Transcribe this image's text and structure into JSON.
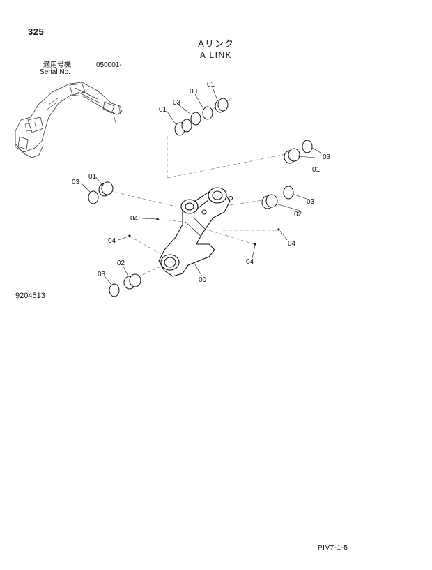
{
  "header": {
    "page_number": "325",
    "title_jp": "Aリンク",
    "title_en": "A LINK",
    "serial_label_jp": "適用号機",
    "serial_value": "050001-",
    "serial_label_en": "Serial No."
  },
  "figure": {
    "figure_number": "9204513",
    "callouts": [
      "01",
      "03",
      "03",
      "01",
      "03",
      "01",
      "01",
      "03",
      "03",
      "02",
      "04",
      "04",
      "04",
      "04",
      "02",
      "03",
      "00"
    ]
  },
  "footer": {
    "page_code": "PIV7-1-5"
  }
}
